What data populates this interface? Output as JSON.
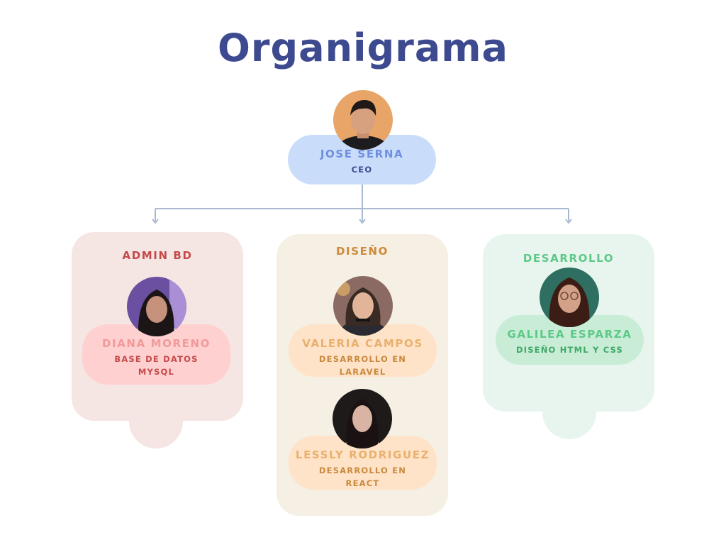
{
  "title": "Organigrama",
  "ceo": {
    "name": "JOSE SERNA",
    "role": "CEO"
  },
  "departments": [
    {
      "title": "ADMIN BD",
      "members": [
        {
          "name": "DIANA MORENO",
          "role_line1": "BASE DE DATOS",
          "role_line2": "MYSQL"
        }
      ]
    },
    {
      "title": "DISEÑO",
      "members": [
        {
          "name": "VALERIA CAMPOS",
          "role_line1": "DESARROLLO EN",
          "role_line2": "LARAVEL"
        },
        {
          "name": "LESSLY RODRIGUEZ",
          "role_line1": "DESARROLLO EN",
          "role_line2": "REACT"
        }
      ]
    },
    {
      "title": "DESARROLLO",
      "members": [
        {
          "name": "GALILEA ESPARZA",
          "role_line1": "DISEÑO HTML Y CSS"
        }
      ]
    }
  ],
  "colors": {
    "title": "#3d4a8f",
    "connector": "#a9b9cf",
    "ceo_pill": "#c9ddfb",
    "ceo_name": "#6f8ee0",
    "ceo_role": "#3d4a8f",
    "admin_card": "#f5e5e3",
    "admin_title": "#c44a4a",
    "admin_pill": "#ffd0d0",
    "admin_name": "#f19a9a",
    "admin_role": "#c44a4a",
    "diseno_card": "#f5efe4",
    "diseno_title": "#cf8a3a",
    "diseno_pill": "#ffe3c8",
    "diseno_name": "#e9b06e",
    "diseno_role": "#c9893e",
    "dev_card": "#e7f5ee",
    "dev_title": "#5cc987",
    "dev_pill": "#c9ecd7",
    "dev_name": "#5cc987",
    "dev_role": "#3ea866"
  }
}
